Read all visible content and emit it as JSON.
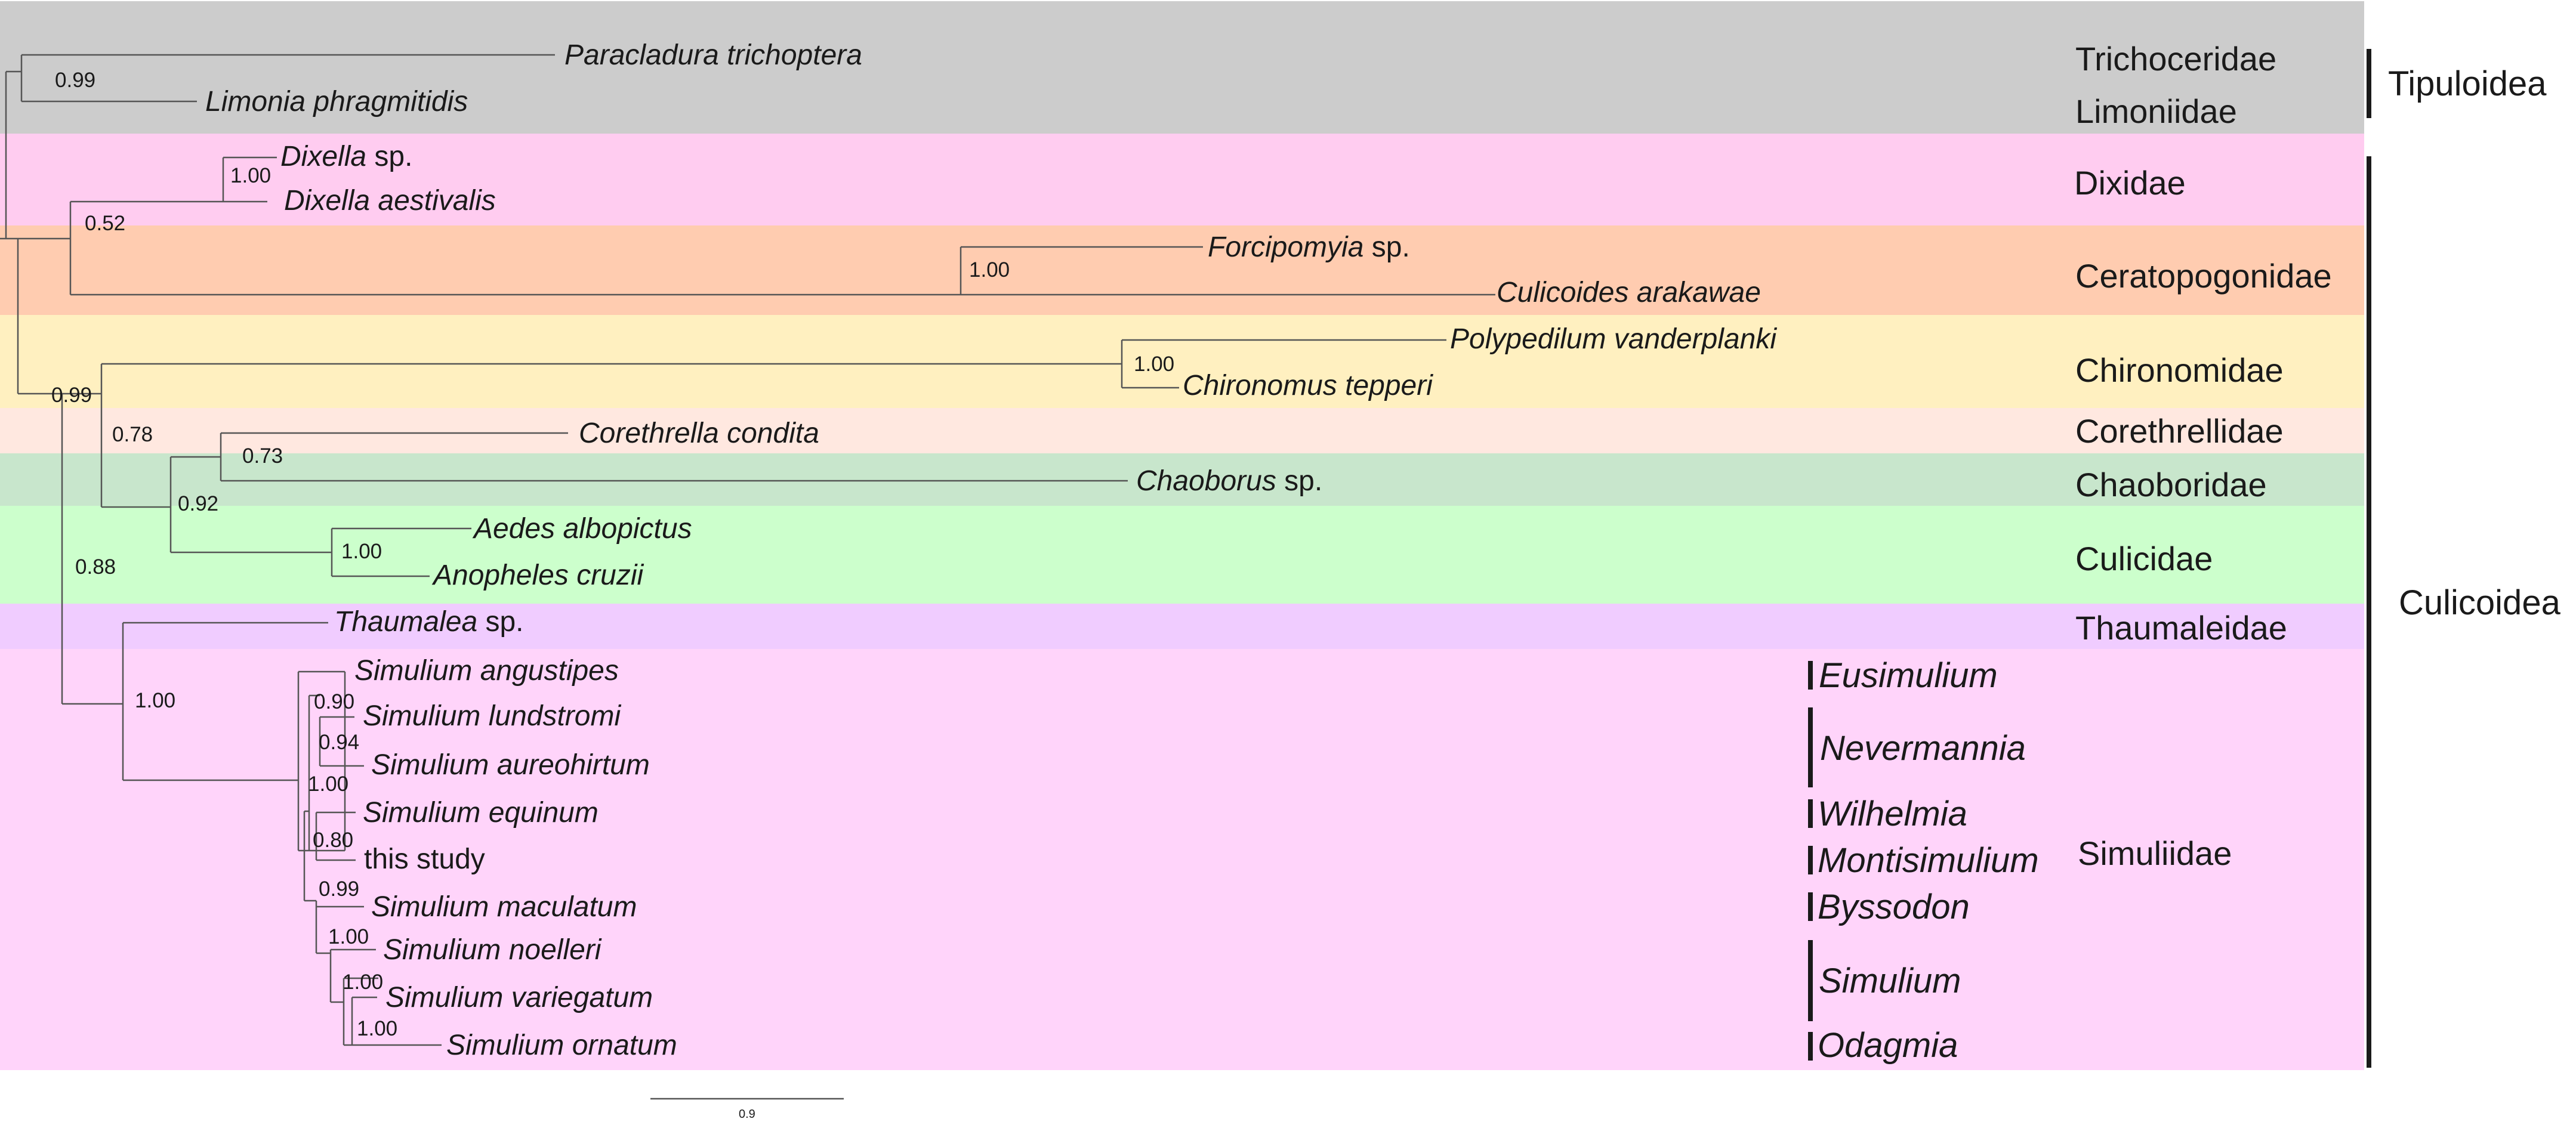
{
  "bands": [
    {
      "color": "#cccccc"
    },
    {
      "color": "#ffccf0"
    },
    {
      "color": "#ffccb0"
    },
    {
      "color": "#fff0c0"
    },
    {
      "color": "#ffe8e0"
    },
    {
      "color": "#c8e6cc"
    },
    {
      "color": "#ccffcc"
    },
    {
      "color": "#f0ccff"
    },
    {
      "color": "#ffd4fa"
    }
  ],
  "taxa": {
    "paracladura_trichoptera": {
      "genus": "Paracladura trichoptera",
      "suffix": ""
    },
    "limonia_phragmitidis": {
      "genus": "Limonia phragmitidis",
      "suffix": ""
    },
    "dixella_sp": {
      "genus": "Dixella",
      "suffix": " sp."
    },
    "dixella_aestivalis": {
      "genus": "Dixella aestivalis",
      "suffix": ""
    },
    "forcipomyia_sp": {
      "genus": "Forcipomyia",
      "suffix": " sp."
    },
    "culicoides_arakawae": {
      "genus": "Culicoides arakawae",
      "suffix": ""
    },
    "polypedilum_vanderplanki": {
      "genus": "Polypedilum vanderplanki",
      "suffix": ""
    },
    "chironomus_tepperi": {
      "genus": "Chironomus tepperi",
      "suffix": ""
    },
    "corethrella_condita": {
      "genus": "Corethrella condita",
      "suffix": ""
    },
    "chaoborus_sp": {
      "genus": "Chaoborus",
      "suffix": " sp."
    },
    "aedes_albopictus": {
      "genus": "Aedes albopictus",
      "suffix": ""
    },
    "anopheles_cruzii": {
      "genus": "Anopheles cruzii",
      "suffix": ""
    },
    "thaumalea_sp": {
      "genus": "Thaumalea",
      "suffix": " sp."
    },
    "simulium_angustipes": {
      "genus": "Simulium angustipes",
      "suffix": ""
    },
    "simulium_lundstromi": {
      "genus": "Simulium lundstromi",
      "suffix": ""
    },
    "simulium_aureohirtum": {
      "genus": "Simulium aureohirtum",
      "suffix": ""
    },
    "simulium_equinum": {
      "genus": "Simulium equinum",
      "suffix": ""
    },
    "this_study": {
      "genus": "",
      "suffix": "this study"
    },
    "simulium_maculatum": {
      "genus": "Simulium maculatum",
      "suffix": ""
    },
    "simulium_noelleri": {
      "genus": "Simulium noelleri",
      "suffix": ""
    },
    "simulium_variegatum": {
      "genus": "Simulium variegatum",
      "suffix": ""
    },
    "simulium_ornatum": {
      "genus": "Simulium ornatum",
      "suffix": ""
    }
  },
  "supports": {
    "tipulomorpha": "0.99",
    "dixella": "1.00",
    "dixidae_ceratopogonidae": "0.52",
    "ceratopogonidae": "1.00",
    "chironomidae": "1.00",
    "culicoidea_core": "0.99",
    "culicidae_group": "0.78",
    "corethrella_chaoborus": "0.73",
    "culicomorpha_inner": "0.92",
    "culicidae": "1.00",
    "culicoidea_rest": "0.88",
    "thaumalea_simuliidae": "1.00",
    "angustipes_split": "0.90",
    "nevermannia": "0.94",
    "simuliidae_inner": "1.00",
    "equinum_this_study": "0.80",
    "maculatum_split": "0.99",
    "simulium_clade": "1.00",
    "variegatum_split": "1.00",
    "ornatum_split": "1.00"
  },
  "families": {
    "trichoceridae": "Trichoceridae",
    "limoniidae": "Limoniidae",
    "dixidae": "Dixidae",
    "ceratopogonidae": "Ceratopogonidae",
    "chironomidae": "Chironomidae",
    "corethrellidae": "Corethrellidae",
    "chaoboridae": "Chaoboridae",
    "culicidae": "Culicidae",
    "thaumaleidae": "Thaumaleidae",
    "simuliidae": "Simuliidae"
  },
  "subgenera": {
    "eusimulium": "Eusimulium",
    "nevermannia": "Nevermannia",
    "wilhelmia": "Wilhelmia",
    "montisimulium": "Montisimulium",
    "byssodon": "Byssodon",
    "simulium": "Simulium",
    "odagmia": "Odagmia"
  },
  "superfamilies": {
    "tipuloidea": "Tipuloidea",
    "culicoidea": "Culicoidea"
  },
  "scale_bar": {
    "label": "0.9"
  }
}
